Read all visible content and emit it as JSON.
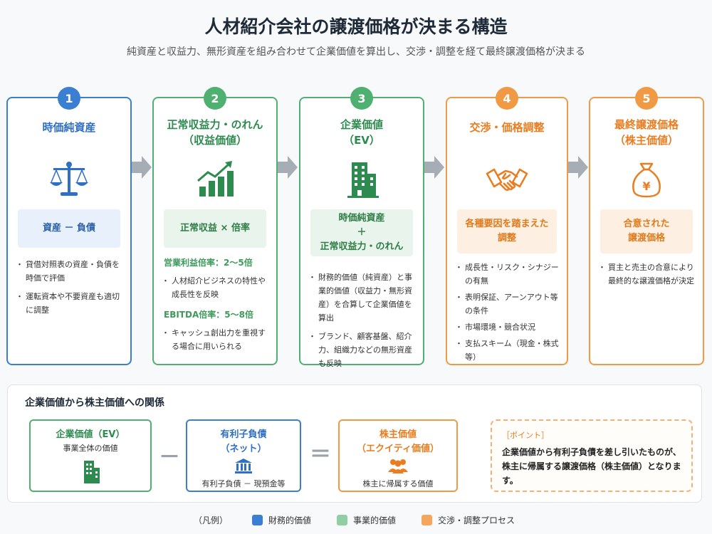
{
  "title": "人材紹介会社の譲渡価格が決まる構造",
  "subtitle": "純資産と収益力、無形資産を組み合わせて企業価値を算出し、交渉・調整を経て最終譲渡価格が決まる",
  "steps": [
    {
      "number": "1",
      "title_line1": "時価純資産",
      "title_line2": "",
      "icon": "scale-icon",
      "formula_line1": "資産 － 負債",
      "formula_line2": "",
      "formula_line3": "",
      "bullets": [
        "貸借対照表の資産・負債を時価で評価",
        "運転資本や不要資産も適切に調整"
      ]
    },
    {
      "number": "2",
      "title_line1": "正常収益力・のれん",
      "title_line2": "（収益価値）",
      "icon": "growth-chart-icon",
      "formula_line1": "正常収益 × 倍率",
      "sub1": "営業利益倍率：2〜5倍",
      "sub1_bullet": "人材紹介ビジネスの特性や成長性を反映",
      "sub2": "EBITDA倍率：5〜8倍",
      "sub2_bullet": "キャッシュ創出力を重視する場合に用いられる"
    },
    {
      "number": "3",
      "title_line1": "企業価値",
      "title_line2": "（EV）",
      "icon": "building-icon",
      "formula_line1": "時価純資産",
      "formula_line2": "＋",
      "formula_line3": "正常収益力・のれん",
      "bullets": [
        "財務的価値（純資産）と事業的価値（収益力・無形資産）を合算して企業価値を算出",
        "ブランド、顧客基盤、紹介力、組織力などの無形資産も反映"
      ]
    },
    {
      "number": "4",
      "title_line1": "交渉・価格調整",
      "title_line2": "",
      "icon": "handshake-icon",
      "formula_line1": "各種要因を踏まえた",
      "formula_line2": "調整",
      "bullets": [
        "成長性・リスク・シナジーの有無",
        "表明保証、アーンアウト等の条件",
        "市場環境・競合状況",
        "支払スキーム（現金・株式等）"
      ]
    },
    {
      "number": "5",
      "title_line1": "最終譲渡価格",
      "title_line2": "（株主価値）",
      "icon": "money-bag-icon",
      "formula_line1": "合意された",
      "formula_line2": "譲渡価格",
      "bullets": [
        "買主と売主の合意により最終的な譲渡価格が決定"
      ]
    }
  ],
  "relation": {
    "title": "企業価値から株主価値への関係",
    "minus": "－",
    "equals": "＝",
    "ev_title": "企業価値（EV）",
    "ev_desc": "事業全体の価値",
    "debt_title1": "有利子負債",
    "debt_title2": "（ネット）",
    "debt_desc": "有利子負債 － 現預金等",
    "equity_title1": "株主価値",
    "equity_title2": "（エクイティ価値）",
    "equity_desc": "株主に帰属する価値",
    "point_label": "［ポイント］",
    "point_line1": "企業価値から有利子負債を差し引いたものが、",
    "point_line2": "株主に帰属する譲渡価格（株主価値）となります。"
  },
  "legend": {
    "label": "（凡例）",
    "items": [
      "財務的価値",
      "事業的価値",
      "交渉・調整プロセス"
    ]
  },
  "colors": {
    "blue": "#3a7fd1",
    "green": "#4fb071",
    "orange": "#f09a45"
  }
}
